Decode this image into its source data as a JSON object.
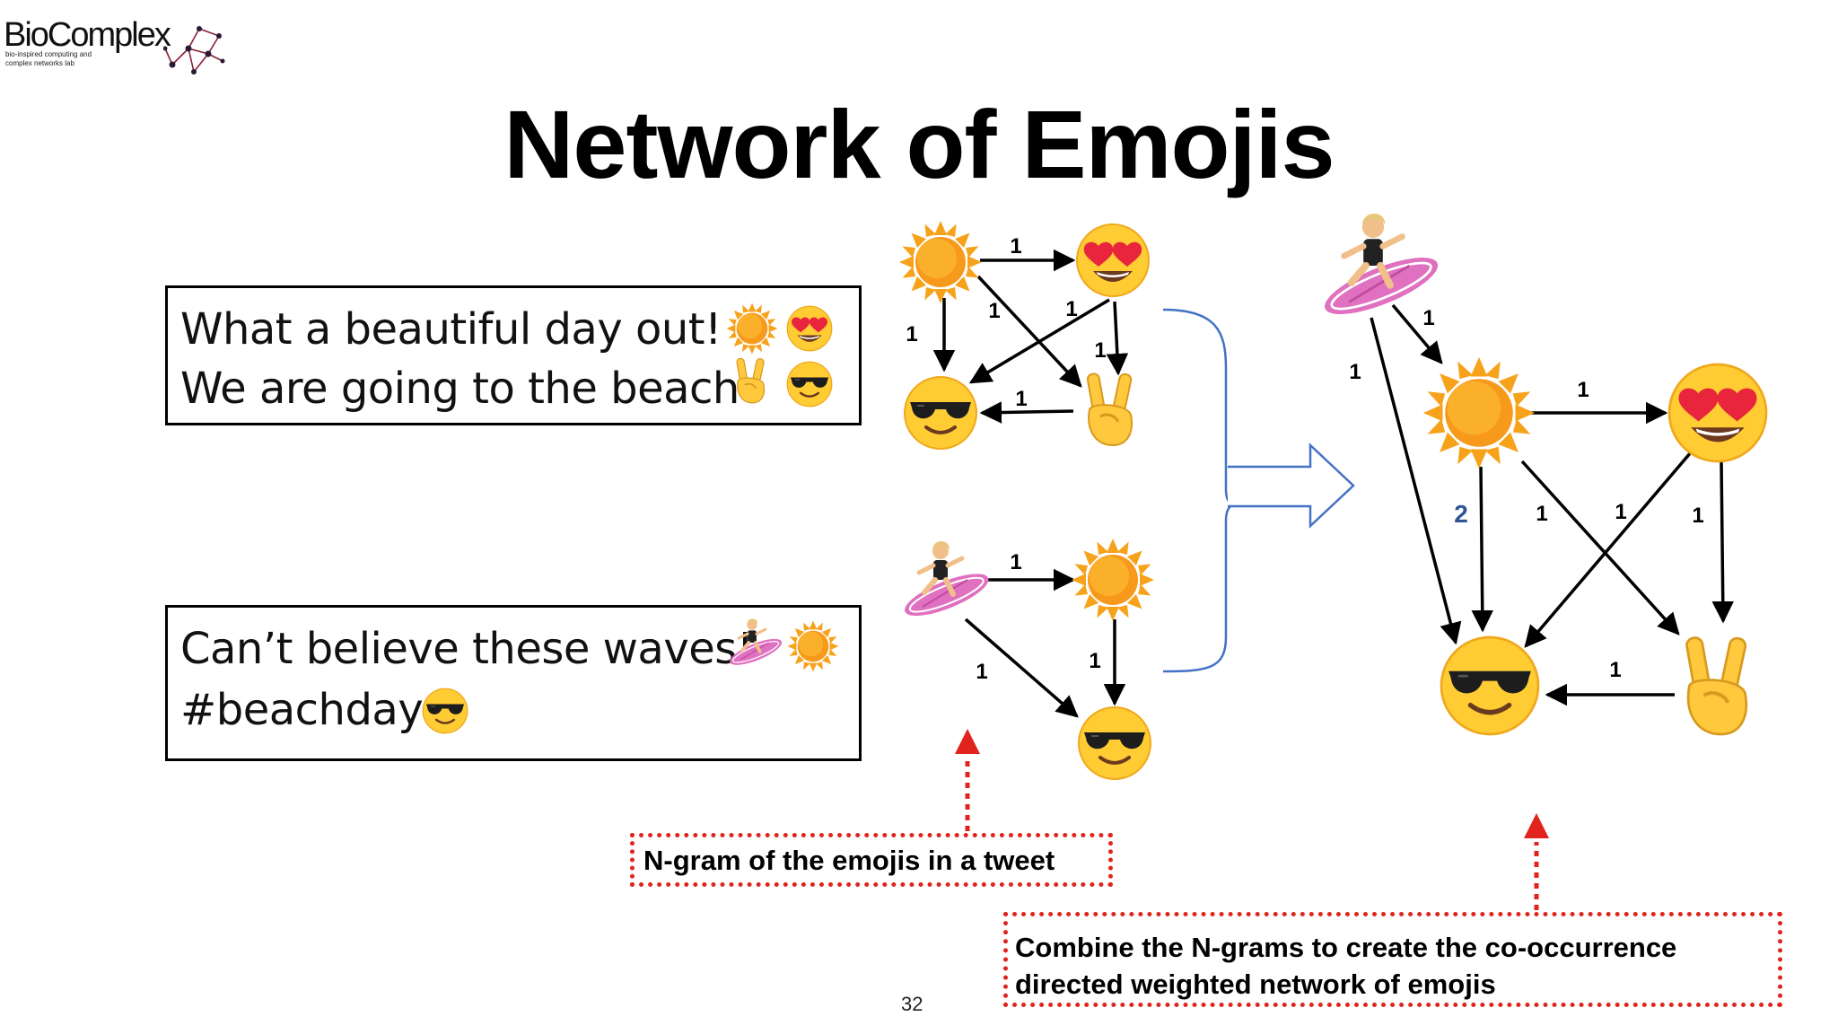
{
  "logo": {
    "name": "BioComplex",
    "subtitle_line1": "bio-inspired computing and",
    "subtitle_line2": "complex networks lab"
  },
  "title": "Network of Emojis",
  "tweets": [
    {
      "line1": "What a beautiful day out!",
      "line2": "We are going to the beach",
      "line1_emojis": [
        "sun",
        "heart-eyes"
      ],
      "line2_emojis": [
        "victory-hand",
        "sunglasses"
      ]
    },
    {
      "line1": "Can’t believe these waves!",
      "line2": "#beachday",
      "line1_emojis": [
        "surfer",
        "sun"
      ],
      "line2_emojis": [
        "sunglasses"
      ]
    }
  ],
  "ngram1": {
    "nodes": [
      "sun",
      "heart-eyes",
      "sunglasses",
      "victory-hand"
    ],
    "edges": [
      {
        "from": "sun",
        "to": "heart-eyes",
        "weight": "1"
      },
      {
        "from": "sun",
        "to": "sunglasses",
        "weight": "1"
      },
      {
        "from": "sun",
        "to": "victory-hand",
        "weight": "1"
      },
      {
        "from": "heart-eyes",
        "to": "sunglasses",
        "weight": "1"
      },
      {
        "from": "heart-eyes",
        "to": "victory-hand",
        "weight": "1"
      },
      {
        "from": "victory-hand",
        "to": "sunglasses",
        "weight": "1"
      }
    ]
  },
  "ngram2": {
    "nodes": [
      "surfer",
      "sun",
      "sunglasses"
    ],
    "edges": [
      {
        "from": "surfer",
        "to": "sun",
        "weight": "1"
      },
      {
        "from": "surfer",
        "to": "sunglasses",
        "weight": "1"
      },
      {
        "from": "sun",
        "to": "sunglasses",
        "weight": "1"
      }
    ]
  },
  "combined": {
    "nodes": [
      "surfer",
      "sun",
      "heart-eyes",
      "sunglasses",
      "victory-hand"
    ],
    "edges": [
      {
        "from": "surfer",
        "to": "sun",
        "weight": "1"
      },
      {
        "from": "surfer",
        "to": "sunglasses",
        "weight": "1"
      },
      {
        "from": "sun",
        "to": "heart-eyes",
        "weight": "1"
      },
      {
        "from": "sun",
        "to": "sunglasses",
        "weight": "2"
      },
      {
        "from": "sun",
        "to": "victory-hand",
        "weight": "1"
      },
      {
        "from": "heart-eyes",
        "to": "sunglasses",
        "weight": "1"
      },
      {
        "from": "heart-eyes",
        "to": "victory-hand",
        "weight": "1"
      },
      {
        "from": "victory-hand",
        "to": "sunglasses",
        "weight": "1"
      }
    ]
  },
  "callouts": {
    "ngram": "N-gram of the emojis in a tweet",
    "combine_line1": "Combine the N-grams to create the co-occurrence",
    "combine_line2": "directed weighted network of emojis"
  },
  "page_number": "32",
  "colors": {
    "callout_red": "#e0231c",
    "bracket_blue": "#4472c4",
    "weight_highlight": "#2f5597"
  }
}
